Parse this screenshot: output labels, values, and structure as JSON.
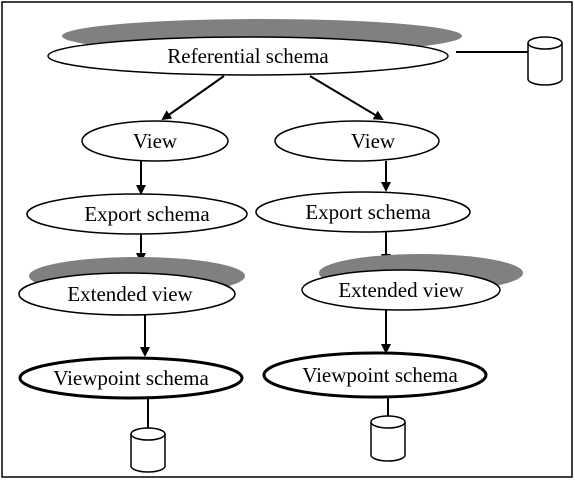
{
  "colors": {
    "line": "#000000",
    "shadow": "#808080",
    "fill": "#ffffff"
  },
  "nodes": {
    "referential_schema": "Referential schema",
    "view_left": "View",
    "view_right": "View",
    "export_schema_left": "Export schema",
    "export_schema_right": "Export schema",
    "extended_view_left": "Extended view",
    "extended_view_right": "Extended view",
    "viewpoint_schema_left": "Viewpoint schema",
    "viewpoint_schema_right": "Viewpoint schema"
  },
  "icons": {
    "database": "database-cylinder-icon"
  }
}
